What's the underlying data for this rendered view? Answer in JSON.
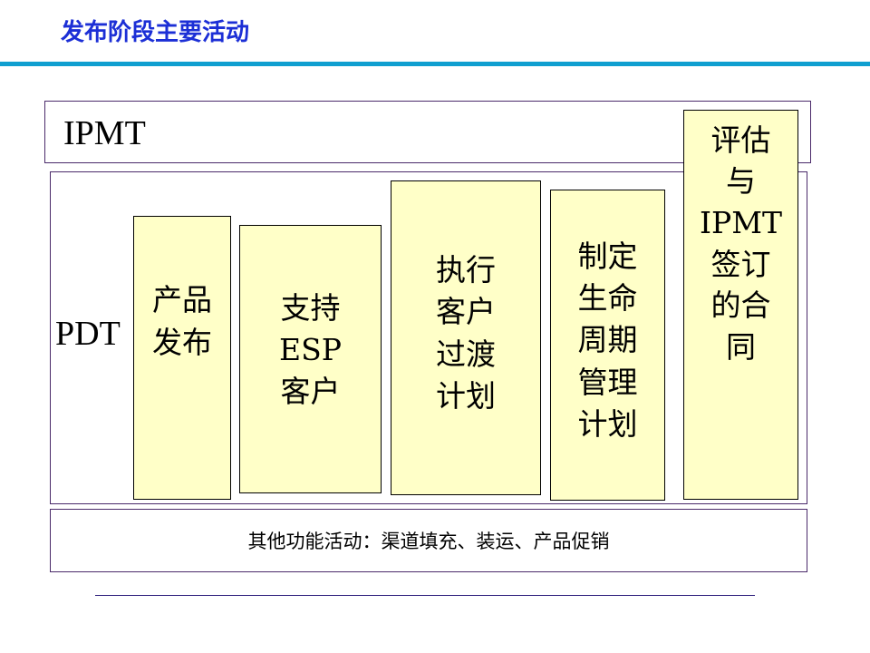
{
  "title": "发布阶段主要活动",
  "ipmt": {
    "label": "IPMT"
  },
  "pdt": {
    "label": "PDT"
  },
  "cards": [
    {
      "text": "产品\n发布"
    },
    {
      "text": "支持\nESP\n客户"
    },
    {
      "text": "执行\n客户\n过渡\n计划"
    },
    {
      "text": "制定\n生命\n周期\n管理\n计划"
    },
    {
      "text": "评估\n与\nIPMT\n签订\n的合\n同"
    }
  ],
  "other": {
    "text": "其他功能活动：渠道填充、装运、产品促销"
  },
  "colors": {
    "title": "#1c2fd6",
    "rule": "#109fd0",
    "card_fill": "#ffffc8",
    "frame_border": "#4a2a6a"
  }
}
